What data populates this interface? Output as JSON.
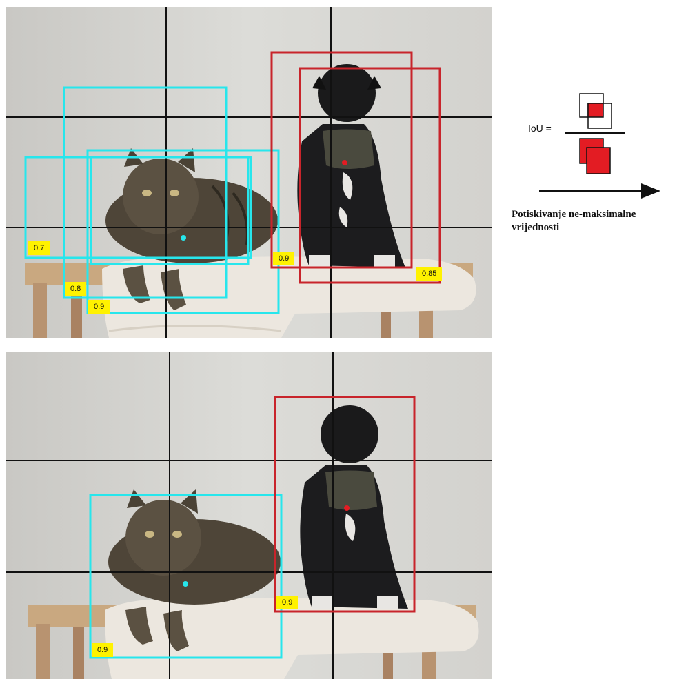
{
  "top_panel": {
    "scores": {
      "cat_a": "0.7",
      "cat_b": "0.8",
      "cat_c": "0.9",
      "dog_a": "0.9",
      "dog_b": "0.85"
    }
  },
  "bottom_panel": {
    "scores": {
      "cat": "0.9",
      "dog": "0.9"
    }
  },
  "iou": {
    "label": "IoU ="
  },
  "caption": "Potiskivanje ne-maksimalne vrijednosti",
  "colors": {
    "cat_box": "#27e6ec",
    "dog_box": "#c8242b",
    "grid": "#111111",
    "score_bg": "#fff200",
    "iou_red": "#e31c23"
  },
  "icons": [
    "cat-photo",
    "dog-photo",
    "arrow-right-icon",
    "iou-formula"
  ]
}
